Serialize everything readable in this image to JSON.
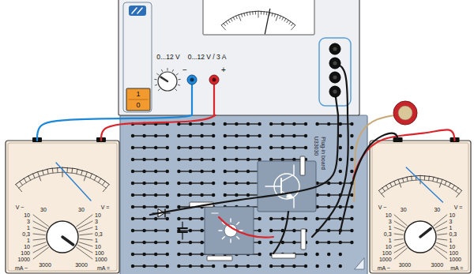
{
  "diagram": {
    "nodes": [
      {
        "text": [
          "0...12 V",
          "0...12 V / 3 A",
          "−",
          "+"
        ]
      },
      {
        "text": [
          "1",
          "0"
        ],
        "in": 0
      },
      {
        "text": [
          "V ~",
          "V =",
          "30",
          "30",
          "10",
          "3",
          "1",
          "0,3",
          "1",
          "10",
          "100",
          "1000",
          "10",
          "3",
          "1",
          "0,3",
          "1",
          "10",
          "100",
          "1000",
          "3000",
          "3000",
          "mA ~",
          "mA ="
        ]
      },
      {
        "text": [
          "U33030",
          "Plug-in board"
        ]
      },
      {
        "text": [
          "V ~",
          "V =",
          "30",
          "30",
          "10",
          "3",
          "1",
          "0,3",
          "1",
          "10",
          "100",
          "1000",
          "10",
          "3",
          "1",
          "0,3",
          "1",
          "10",
          "100",
          "1000",
          "3000",
          "3000",
          "mA ~",
          "mA ="
        ]
      }
    ],
    "edges": [
      {
        "from": 2,
        "to": 0,
        "arrow": "none"
      },
      {
        "from": 2,
        "to": 0,
        "arrow": "none"
      },
      {
        "from": 0,
        "to": 3,
        "arrow": "none"
      },
      {
        "from": 0,
        "to": 3,
        "arrow": "none"
      },
      {
        "from": 4,
        "to": 3,
        "arrow": "none"
      },
      {
        "from": 4,
        "to": 3,
        "arrow": "none"
      }
    ]
  }
}
